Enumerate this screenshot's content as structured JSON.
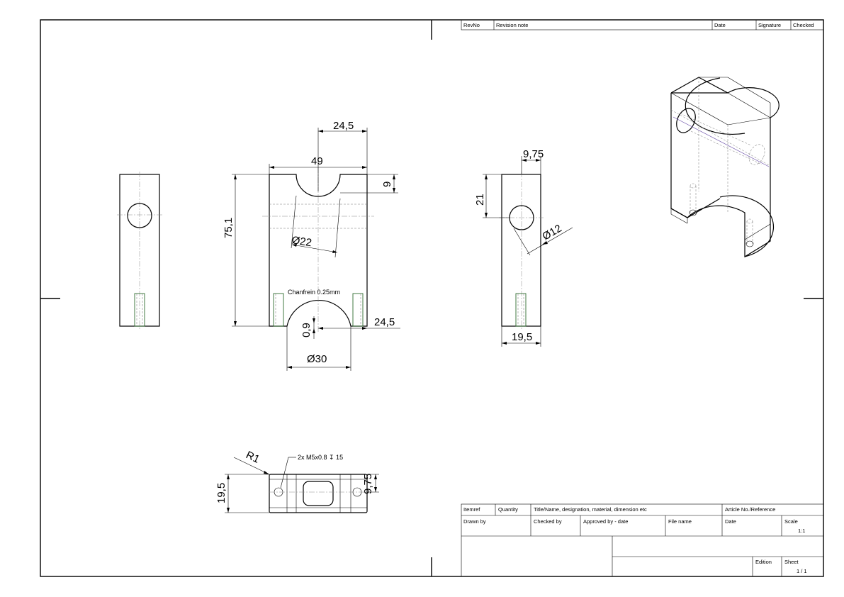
{
  "revision_table": {
    "headers": [
      "RevNo",
      "Revision note",
      "Date",
      "Signature",
      "Checked"
    ]
  },
  "front_view": {
    "dim_width_half": "24,5",
    "dim_width": "49",
    "dim_height": "75,1",
    "dim_top_depth": "9",
    "dim_top_hole": "Ø22",
    "note_chamfer": "Chanfrein 0.25mm",
    "dim_bottom_offset": "0,9",
    "dim_bottom_half": "24,5",
    "dim_bottom_hole": "Ø30"
  },
  "side_view": {
    "dim_hole_x": "9,75",
    "dim_hole_y": "21",
    "dim_hole_dia": "Ø12",
    "dim_width": "19,5"
  },
  "bottom_view": {
    "dim_radius": "R1",
    "note_thread": "2x M5x0.8 ↧ 15",
    "dim_width": "19,5",
    "dim_half": "9,75"
  },
  "title_block": {
    "row1": [
      "Itemref",
      "Quantity",
      "Title/Name, designation, material, dimension etc",
      "Article No./Reference"
    ],
    "row2": [
      "Drawn by",
      "Checked by",
      "Approved by - date",
      "File name",
      "Date",
      "Scale"
    ],
    "scale_value": "1:1",
    "edition_label": "Edition",
    "sheet_label": "Sheet",
    "sheet_value": "1 / 1"
  }
}
